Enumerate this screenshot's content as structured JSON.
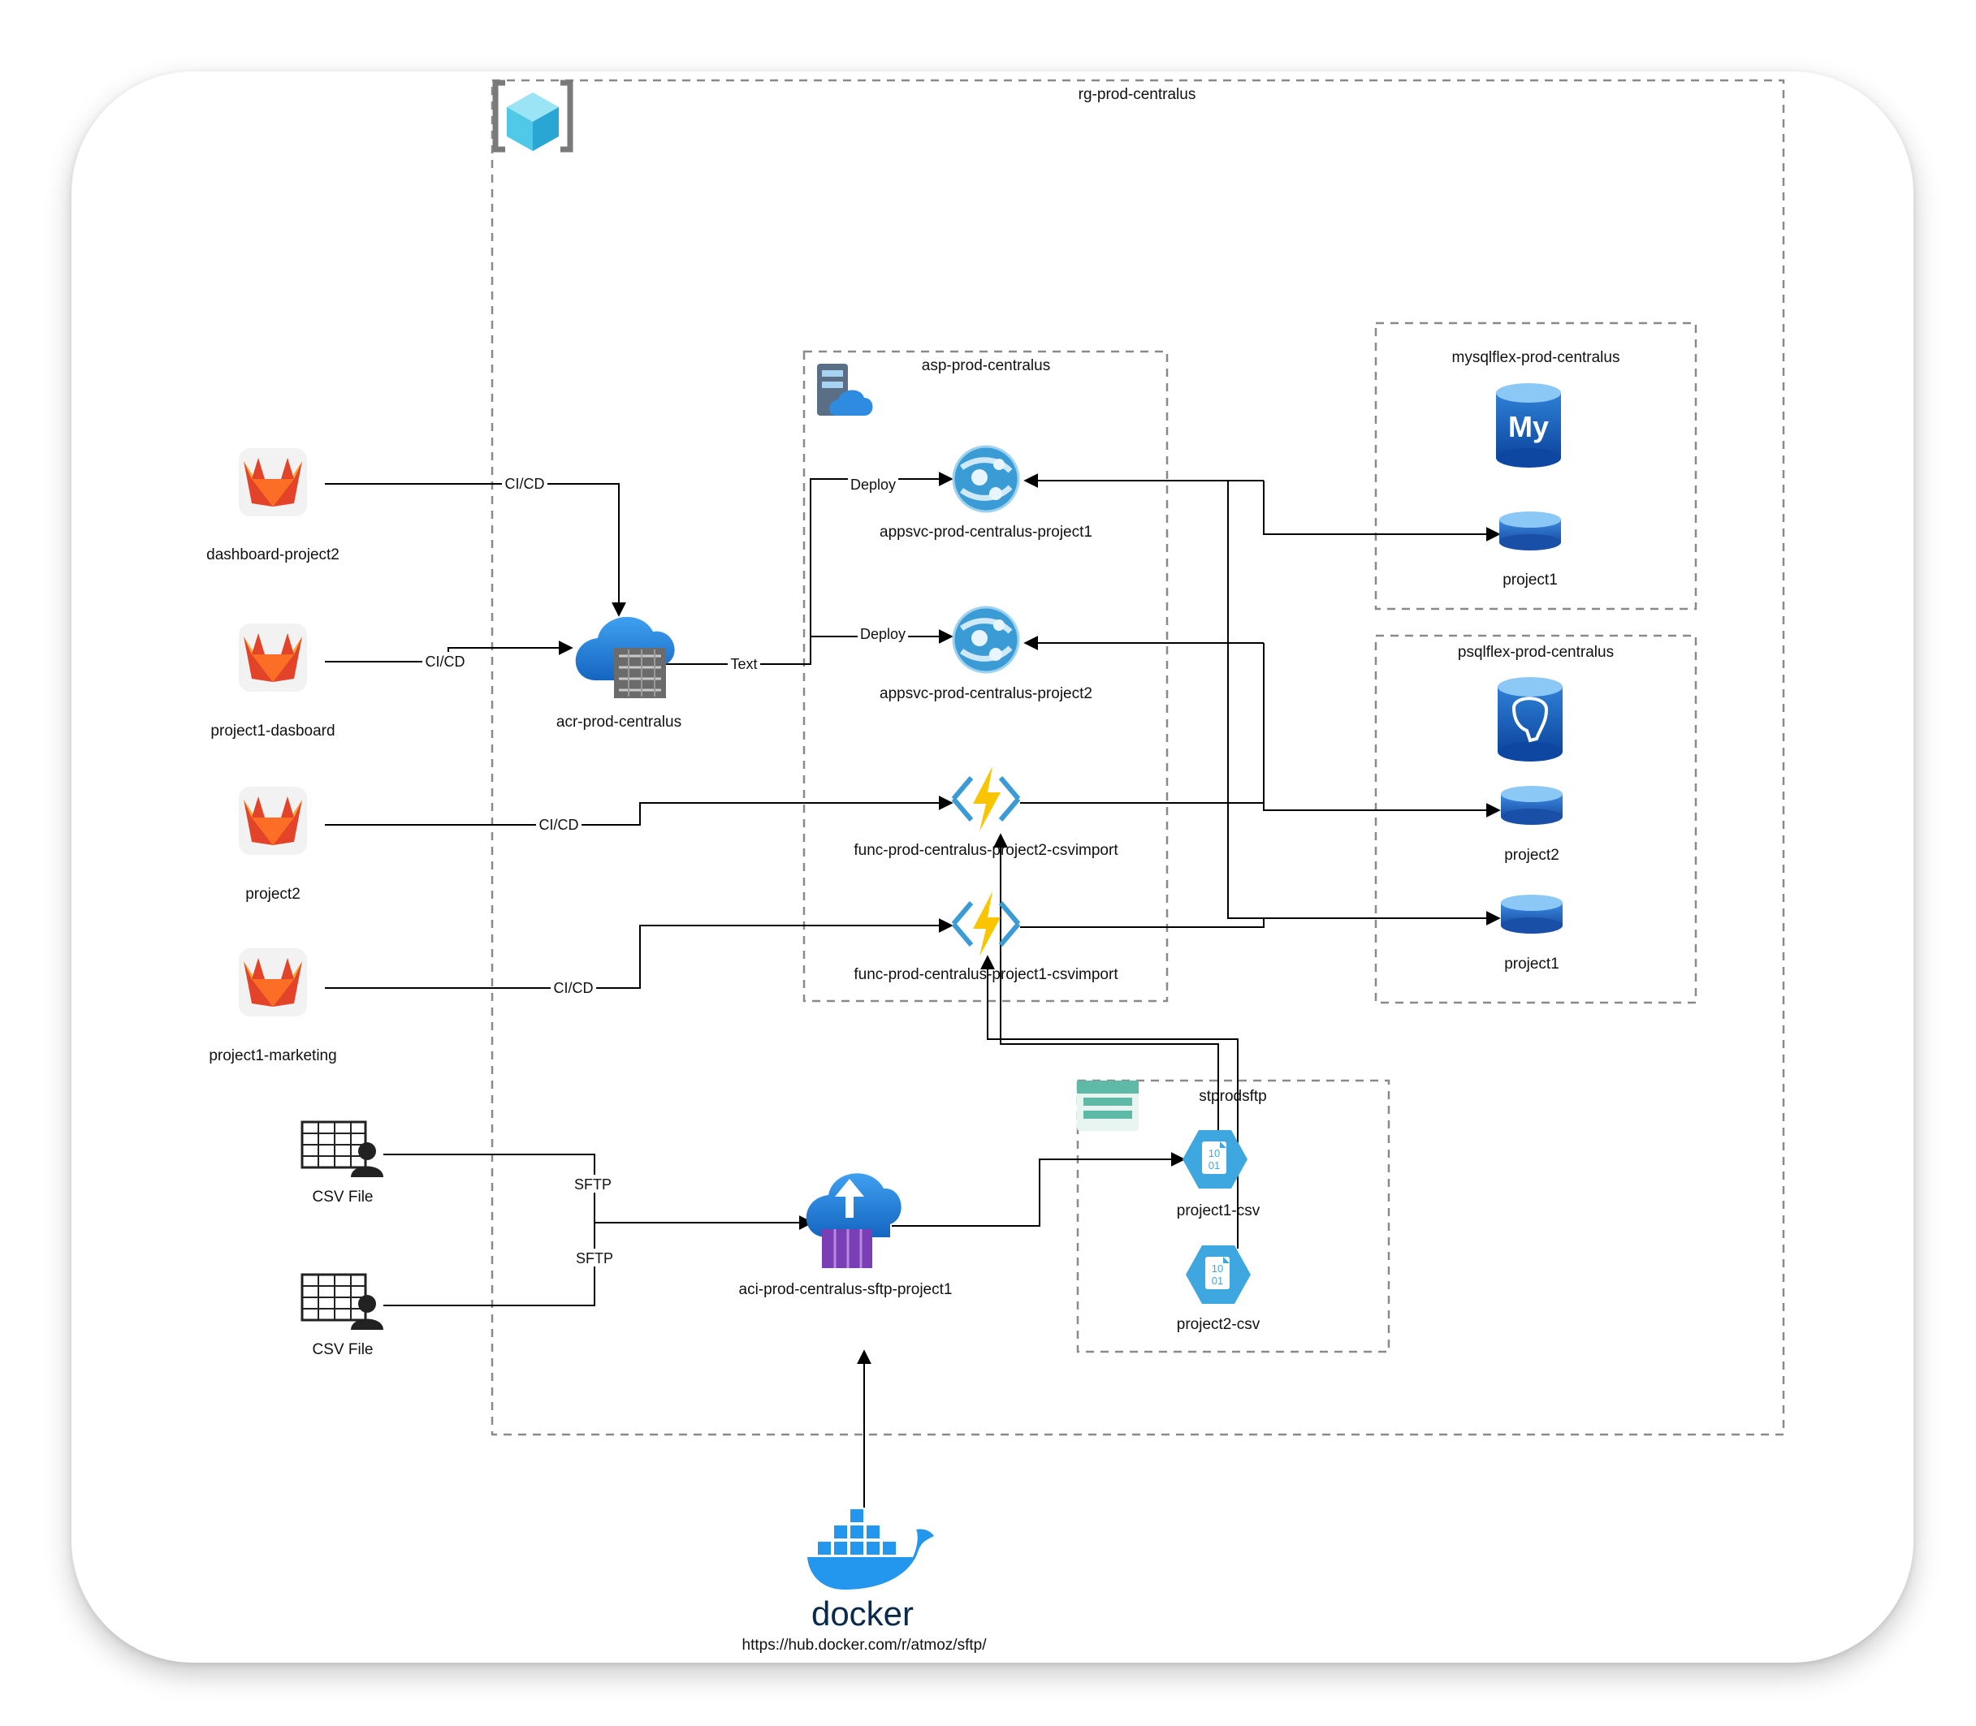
{
  "groups": {
    "rg": "rg-prod-centralus",
    "asp": "asp-prod-centralus",
    "mysql": "mysqlflex-prod-centralus",
    "psql": "psqlflex-prod-centralus",
    "storage": "stprodsftp"
  },
  "nodes": {
    "gitlab1": "dashboard-project2",
    "gitlab2": "project1-dasboard",
    "gitlab3": "project2",
    "gitlab4": "project1-marketing",
    "acr": "acr-prod-centralus",
    "app1": "appsvc-prod-centralus-project1",
    "app2": "appsvc-prod-centralus-project2",
    "func2": "func-prod-centralus-project2-csvimport",
    "func1": "func-prod-centralus-project1-csvimport",
    "mysql_db": "project1",
    "psql_db2": "project2",
    "psql_db1": "project1",
    "csv1": "CSV File",
    "csv2": "CSV File",
    "aci": "aci-prod-centralus-sftp-project1",
    "blob1": "project1-csv",
    "blob2": "project2-csv",
    "docker_word": "docker",
    "docker_url": "https://hub.docker.com/r/atmoz/sftp/"
  },
  "edges": {
    "cicd1": "CI/CD",
    "cicd2": "CI/CD",
    "cicd3": "CI/CD",
    "cicd4": "CI/CD",
    "text": "Text",
    "deploy1": "Deploy",
    "deploy2": "Deploy",
    "sftp1": "SFTP",
    "sftp2": "SFTP"
  },
  "colors": {
    "gitlab_orange": "#fc6d26",
    "gitlab_red": "#e24329",
    "gitlab_amber": "#fca326",
    "azure_blue": "#1e88e5",
    "function_yellow": "#f9c400",
    "storage_teal": "#5fb9a7",
    "blob_blue": "#3fa7e0",
    "docker_blue": "#2396ed",
    "group_border": "#8a8a8a"
  },
  "icons": [
    "resource-group-icon",
    "gitlab-icon",
    "container-registry-icon",
    "app-service-plan-icon",
    "app-service-icon",
    "function-app-icon",
    "mysql-icon",
    "postgresql-icon",
    "database-icon",
    "csv-file-icon",
    "container-instance-icon",
    "storage-account-icon",
    "blob-icon",
    "docker-icon"
  ]
}
